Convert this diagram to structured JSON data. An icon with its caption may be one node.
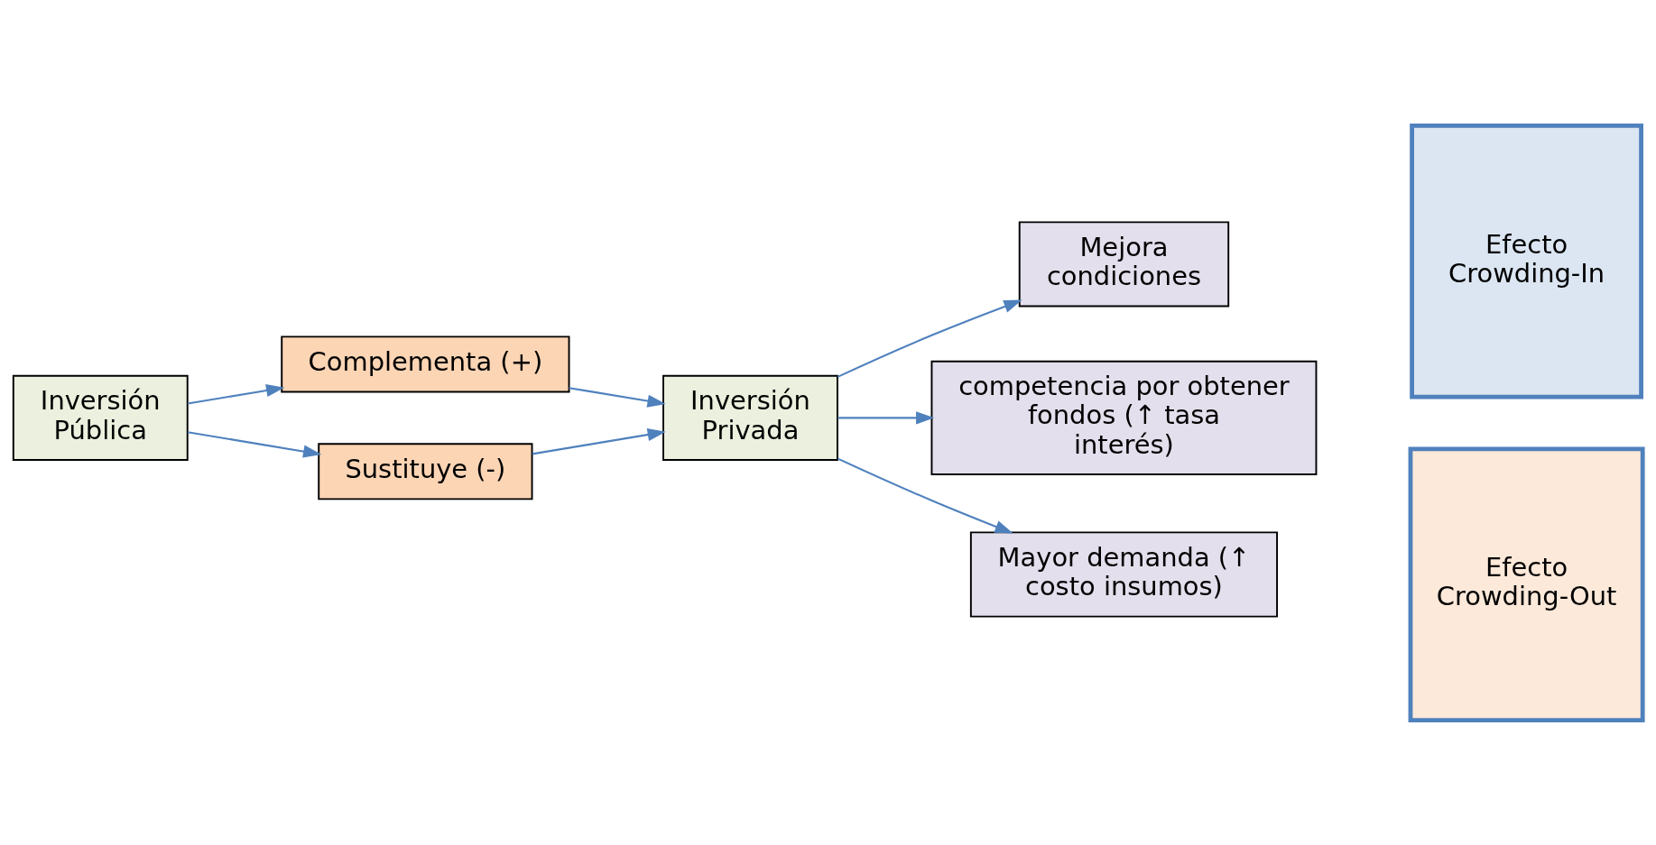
{
  "diagram": {
    "nodes": [
      {
        "text": [
          "Inversión Pública"
        ]
      },
      {
        "text": [
          "Complementa (+)"
        ]
      },
      {
        "text": [
          "Sustituye (-)"
        ]
      },
      {
        "text": [
          "Inversión Privada"
        ]
      },
      {
        "text": [
          "Mejora condiciones"
        ]
      },
      {
        "text": [
          "competencia por obtener fondos (↑ tasa interés)"
        ]
      },
      {
        "text": [
          "Mayor demanda (↑ costo insumos)"
        ]
      },
      {
        "text": [
          "Efecto Crowding-In"
        ]
      },
      {
        "text": [
          "Efecto Crowding-Out"
        ]
      }
    ],
    "edges": [
      {
        "from": 0,
        "to": 1,
        "arrow": "to"
      },
      {
        "from": 1,
        "to": 3,
        "arrow": "to"
      },
      {
        "from": 0,
        "to": 2,
        "arrow": "to"
      },
      {
        "from": 2,
        "to": 3,
        "arrow": "to"
      },
      {
        "from": 3,
        "to": 4,
        "arrow": "to"
      },
      {
        "from": 3,
        "to": 5,
        "arrow": "to"
      },
      {
        "from": 3,
        "to": 6,
        "arrow": "to"
      }
    ]
  }
}
